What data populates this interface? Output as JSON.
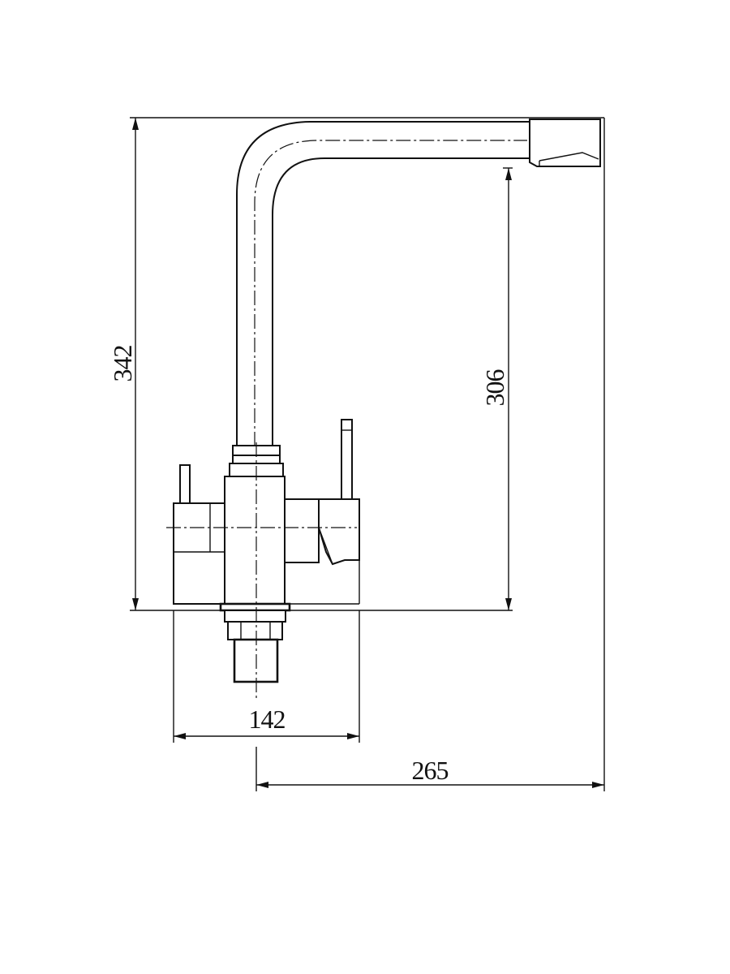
{
  "dimensions": {
    "overall_height": "342",
    "spout_clearance_height": "306",
    "body_width": "142",
    "spout_reach": "265"
  },
  "colors": {
    "line": "#111111",
    "background": "#ffffff"
  }
}
